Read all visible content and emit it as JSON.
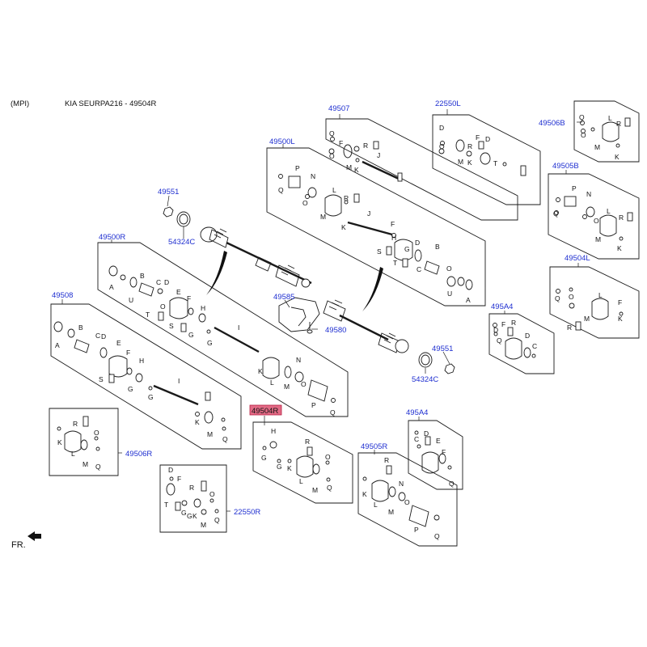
{
  "header": {
    "mpi": "(MPI)",
    "title": "KIA SEURPA216 - 49504R"
  },
  "footer": {
    "fr_label": "FR."
  },
  "codes": {
    "c49507": "49507",
    "c22550L": "22550L",
    "c49506B": "49506B",
    "c49500L": "49500L",
    "c49505B": "49505B",
    "c49551a": "49551",
    "c54324Ca": "54324C",
    "c49500R": "49500R",
    "c49504L": "49504L",
    "c49508": "49508",
    "c49585": "49585",
    "c49580": "49580",
    "c495A4a": "495A4",
    "c49551b": "49551",
    "c54324Cb": "54324C",
    "c49504R": "49504R",
    "c495A4b": "495A4",
    "c49505R": "49505R",
    "c49506R": "49506R",
    "c22550R": "22550R"
  },
  "letters": {
    "A": "A",
    "B": "B",
    "C": "C",
    "D": "D",
    "E": "E",
    "F": "F",
    "G": "G",
    "H": "H",
    "I": "I",
    "J": "J",
    "K": "K",
    "L": "L",
    "M": "M",
    "N": "N",
    "O": "O",
    "P": "P",
    "Q": "Q",
    "R": "R",
    "S": "S",
    "T": "T",
    "U": "U"
  }
}
